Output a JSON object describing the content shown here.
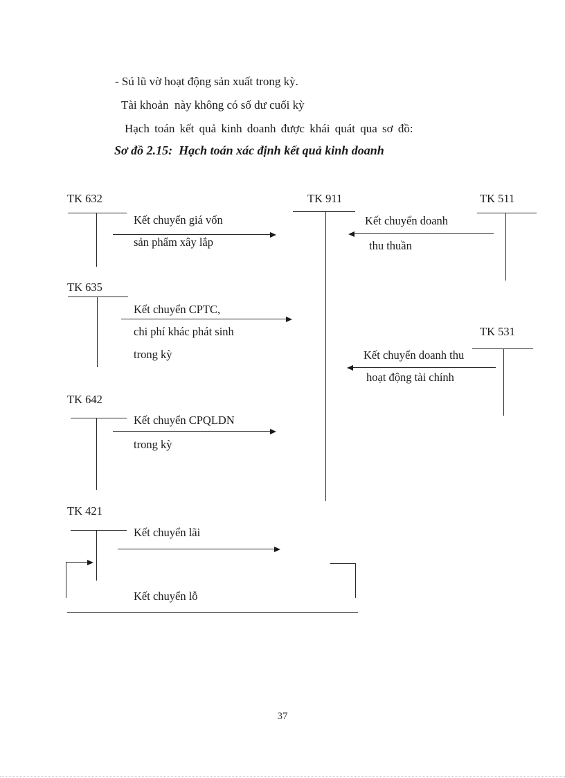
{
  "intro": {
    "line1": "- Sú lũ vờ hoạt động sản xuất trong kỳ.",
    "line2": "Tài khoản  này không có số dư cuối kỳ",
    "line3": "Hạch toán kết quả kinh doanh được khái quát qua sơ đồ:",
    "heading": "Sơ đồ 2.15:  Hạch toán xác định kết quả kinh doanh"
  },
  "diagram": {
    "tk632": {
      "label": "TK 632"
    },
    "tk635": {
      "label": "TK 635"
    },
    "tk642": {
      "label": "TK 642"
    },
    "tk421": {
      "label": "TK 421"
    },
    "tk911": {
      "label": "TK 911"
    },
    "tk511": {
      "label": "TK 511"
    },
    "tk531": {
      "label": "TK 531"
    },
    "flow632": {
      "line1": "Kết chuyển giá vốn",
      "line2": "sản phẩm xây lắp"
    },
    "flow511": {
      "line1": "Kết chuyển doanh",
      "line2": "thu thuần"
    },
    "flow635": {
      "line1": "Kết chuyển CPTC,",
      "line2": "chi phí khác phát sinh",
      "line3": "trong kỳ"
    },
    "flow531": {
      "line1": "Kết chuyển doanh thu",
      "line2": "hoạt động tài chính"
    },
    "flow642": {
      "line1": "Kết chuyển CPQLDN",
      "line2": "trong kỳ"
    },
    "flowLai": {
      "label": "Kết chuyển lãi"
    },
    "flowLo": {
      "label": "Kết chuyển lỗ"
    }
  },
  "footer": {
    "page_number": "37"
  },
  "colors": {
    "ink": "#1a1a1a",
    "line": "#2a2a2a",
    "edge_dots": "#c4c4c4"
  }
}
